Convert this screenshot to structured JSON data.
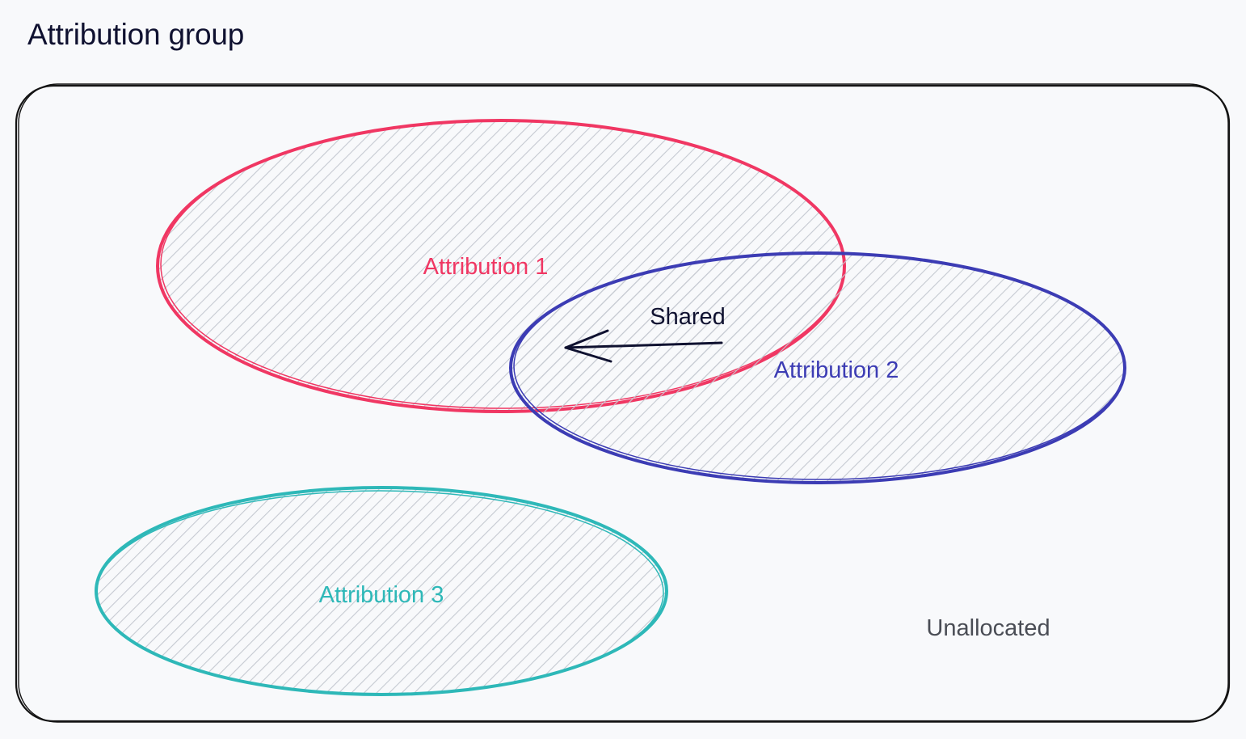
{
  "title": "Attribution group",
  "colors": {
    "background": "#f8f9fb",
    "frame": "#141414",
    "hatch": "#c5c9d1",
    "attribution_1": "#f03763",
    "attribution_2": "#3c3cb4",
    "attribution_3": "#2eb8b8",
    "shared": "#0f1130",
    "unallocated": "#4a4d55"
  },
  "regions": [
    {
      "id": "attribution-1",
      "label": "Attribution 1",
      "color_key": "attribution_1"
    },
    {
      "id": "attribution-2",
      "label": "Attribution 2",
      "color_key": "attribution_2"
    },
    {
      "id": "attribution-3",
      "label": "Attribution 3",
      "color_key": "attribution_3"
    }
  ],
  "shared": {
    "label": "Shared"
  },
  "unallocated": {
    "label": "Unallocated"
  }
}
